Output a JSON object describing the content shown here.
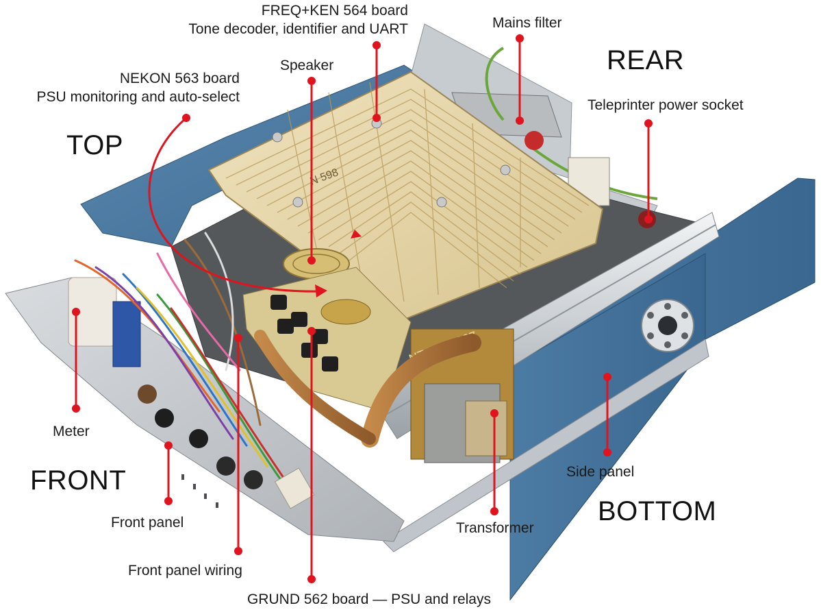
{
  "orientation": {
    "top": "TOP",
    "rear": "REAR",
    "front": "FRONT",
    "bottom": "BOTTOM"
  },
  "callouts": {
    "freq_ken_line1": "FREQ+KEN 564 board",
    "freq_ken_line2": "Tone decoder, identifier and UART",
    "mains_filter": "Mains filter",
    "speaker": "Speaker",
    "nekon_line1": "NEKON 563 board",
    "nekon_line2": "PSU monitoring and auto-select",
    "teleprinter_power": "Teleprinter power socket",
    "meter": "Meter",
    "front_panel": "Front panel",
    "front_panel_wiring": "Front panel wiring",
    "grund": "GRUND 562 board — PSU and relays",
    "side_panel": "Side panel",
    "transformer": "Transformer"
  },
  "board_markings": {
    "board_number": "N 598",
    "transformer_code": "NT 730 8307"
  },
  "colors": {
    "callout_red": "#e0141e",
    "chassis_blue": "#4f7fa6",
    "aluminium": "#cfd3d6",
    "pcb": "#e6d6ad",
    "pcb_trace": "#b89a5a"
  }
}
